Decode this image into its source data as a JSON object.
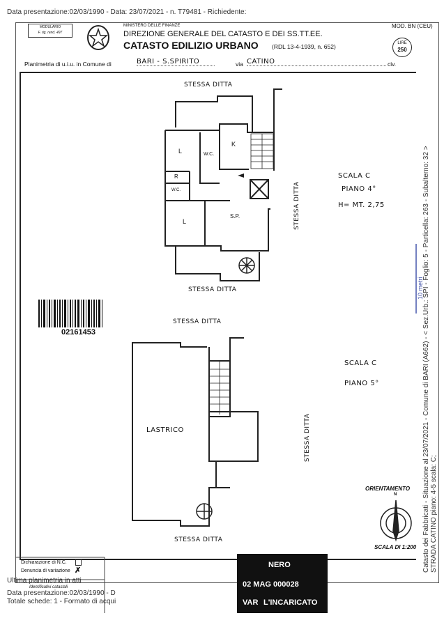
{
  "header_line": "Data presentazione:02/03/1990 - Data: 23/07/2021 - n. T79481 - Richiedente:",
  "form": {
    "modulario": "MODULARIO",
    "modulario_sub": "F. rig. rend. 497",
    "ministry": "MINISTERO DELLE FINANZE",
    "directorate": "DIREZIONE GENERALE DEL CATASTO E DEI SS.TT.EE.",
    "title": "CATASTO EDILIZIO URBANO",
    "law": "(RDL 13-4-1939, n. 652)",
    "mod": "MOD. BN (CEU)",
    "lire_label": "LIRE",
    "lire_value": "250",
    "planimetria_label": "Planimetria di u.i.u. in Comune di",
    "comune": "BARI - S.SPIRITO",
    "via_label": "via",
    "via": "CATINO",
    "civ_label": "civ."
  },
  "plan_floor4": {
    "labels": [
      "STESSA DITTA",
      "STESSA DITTA",
      "STESSA DITTA"
    ],
    "rooms": [
      "L",
      "W.C.",
      "K",
      "R",
      "W.C.",
      "L",
      "S.P."
    ],
    "scala": "SCALA C",
    "piano": "PIANO 4°",
    "height": "H= MT. 2,75"
  },
  "plan_floor5": {
    "labels": [
      "STESSA DITTA",
      "STESSA DITTA",
      "STESSA DITTA"
    ],
    "room": "LASTRICO",
    "scala": "SCALA C",
    "piano": "PIANO 5°"
  },
  "barcode_number": "02161453",
  "orientamento": "ORIENTAMENTO",
  "north": "N",
  "scale": "SCALA DI 1:200",
  "declaration": {
    "nc_label": "Dichiarazione di N.C.",
    "variation_label": "Denuncia di variazione",
    "identificativi": "Identificativi catastali"
  },
  "overlay": {
    "ultima": "Ultima planimetria in atti",
    "data_pres": "Data presentazione:02/03/1990 - D",
    "totale": "Totale schede: 1 - Formato di acqui"
  },
  "side_text_1": "Catasto dei Fabbricati - Situazione al 23/07/2021 - Comune di BARI (A662) - < Sez.Urb.: SPI - Foglio: 5 - Particella: 263 - Subalterno: 32 >",
  "side_text_2": "STRADA CATINO piano: 4-5 scala: C;",
  "side_mark": "10 metri",
  "stamp": {
    "line1": "NERO",
    "line2": "02 MAG 000028",
    "line3": "VAR",
    "line4": "L'INCARICATO"
  }
}
